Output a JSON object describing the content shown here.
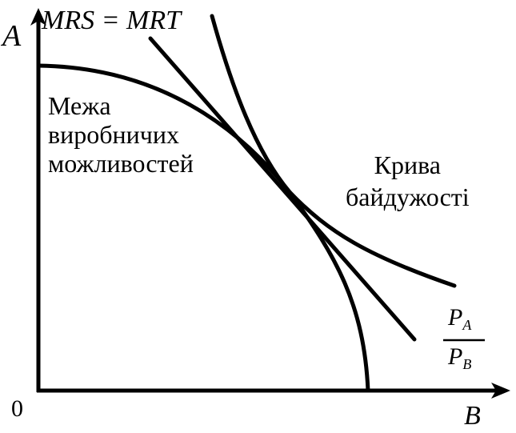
{
  "title": "MRS = MRT",
  "axes": {
    "y_label": "A",
    "x_label": "B",
    "origin_label": "0"
  },
  "curves": {
    "ppf_label": [
      "Межа",
      "виробничих",
      "можливостей"
    ],
    "indifference_label": [
      "Крива",
      "байдужості"
    ]
  },
  "price_ratio": {
    "numerator": "P",
    "numerator_sub": "A",
    "denominator": "P",
    "denominator_sub": "B"
  },
  "colors": {
    "ink": "#000000",
    "background": "#ffffff"
  }
}
